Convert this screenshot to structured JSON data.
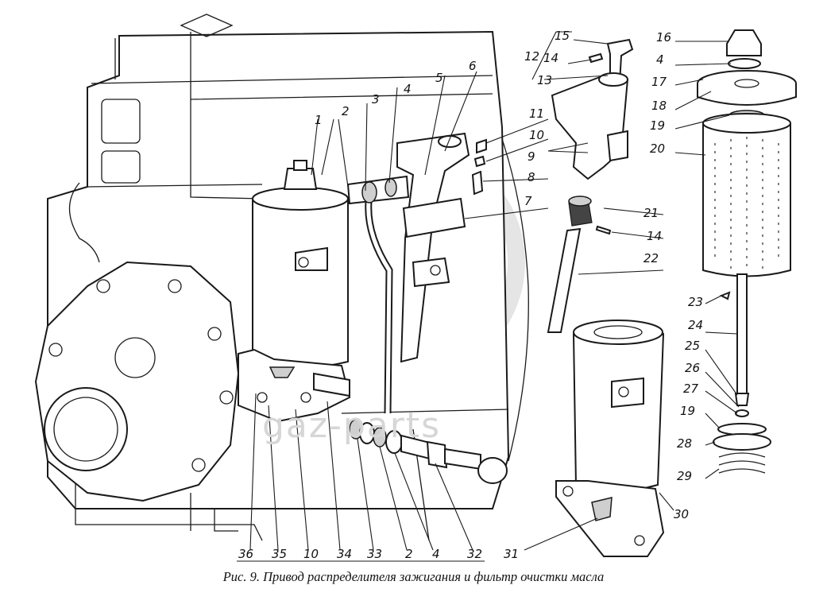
{
  "caption": "Рис. 9. Привод распределителя зажигания и фильтр очистки масла",
  "watermark": "gaz-parts",
  "callouts": [
    "1",
    "2",
    "3",
    "4",
    "5",
    "6",
    "7",
    "8",
    "9",
    "10",
    "11",
    "12",
    "13",
    "14",
    "15",
    "16",
    "4",
    "17",
    "18",
    "19",
    "20",
    "21",
    "14",
    "22",
    "23",
    "24",
    "25",
    "26",
    "27",
    "19",
    "28",
    "29",
    "30",
    "31",
    "32",
    "4",
    "2",
    "33",
    "34",
    "10",
    "35",
    "36"
  ]
}
